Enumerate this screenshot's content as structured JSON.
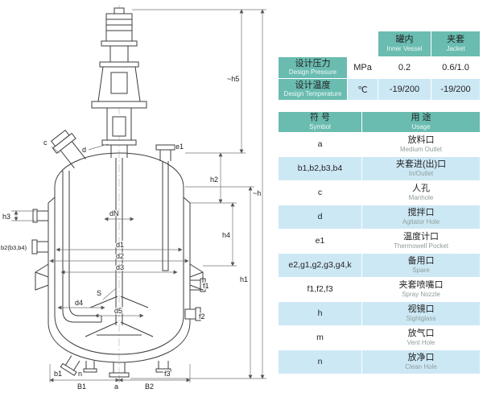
{
  "drawing": {
    "labels": {
      "c": "c",
      "d": "d",
      "e1": "e1",
      "h5": "~h5",
      "h2": "h2",
      "h": "~h",
      "h4": "h4",
      "h1": "h1",
      "h3": "h3",
      "b2": "b2(b3,b4)",
      "dN": "dN",
      "d1": "d1",
      "d2": "d2",
      "d3": "d3",
      "d4": "d4",
      "d5": "d5",
      "S": "S",
      "f1": "f1",
      "f2": "f2",
      "f3": "f3",
      "b1": "b1",
      "n": "n",
      "a": "a",
      "B1": "B1",
      "B2": "B2"
    }
  },
  "design_table": {
    "corner": "",
    "columns": [
      {
        "zh": "罐内",
        "en": "Inner Vessel"
      },
      {
        "zh": "夹套",
        "en": "Jacket"
      }
    ],
    "rows": [
      {
        "zh": "设计压力",
        "en": "Design Pressure",
        "unit": "MPa",
        "inner": "0.2",
        "jacket": "0.6/1.0"
      },
      {
        "zh": "设计温度",
        "en": "Design Temperature",
        "unit": "℃",
        "inner": "-19/200",
        "jacket": "-19/200"
      }
    ]
  },
  "usage_table": {
    "headers": {
      "symbol_zh": "符 号",
      "symbol_en": "Symbol",
      "usage_zh": "用 途",
      "usage_en": "Usage"
    },
    "rows": [
      {
        "symbol": "a",
        "zh": "放料口",
        "en": "Medium Outlet"
      },
      {
        "symbol": "b1,b2,b3,b4",
        "zh": "夹套进(出)口",
        "en": "In/Outlet"
      },
      {
        "symbol": "c",
        "zh": "人孔",
        "en": "Manhole"
      },
      {
        "symbol": "d",
        "zh": "搅拌口",
        "en": "Agitator Hole"
      },
      {
        "symbol": "e1",
        "zh": "温度计口",
        "en": "Thermowell Pocket"
      },
      {
        "symbol": "e2,g1,g2,g3,g4,k",
        "zh": "备用口",
        "en": "Spare"
      },
      {
        "symbol": "f1,f2,f3",
        "zh": "夹套喷嘴口",
        "en": "Spray Nozzle"
      },
      {
        "symbol": "h",
        "zh": "视镜口",
        "en": "Sightglass"
      },
      {
        "symbol": "m",
        "zh": "放气口",
        "en": "Vent Hole"
      },
      {
        "symbol": "n",
        "zh": "放净口",
        "en": "Clean Hole"
      }
    ]
  },
  "colors": {
    "header_teal": "#6abcb0",
    "row_blue": "#cde8f5",
    "row_white": "#ffffff",
    "line": "#3d3d3d"
  }
}
